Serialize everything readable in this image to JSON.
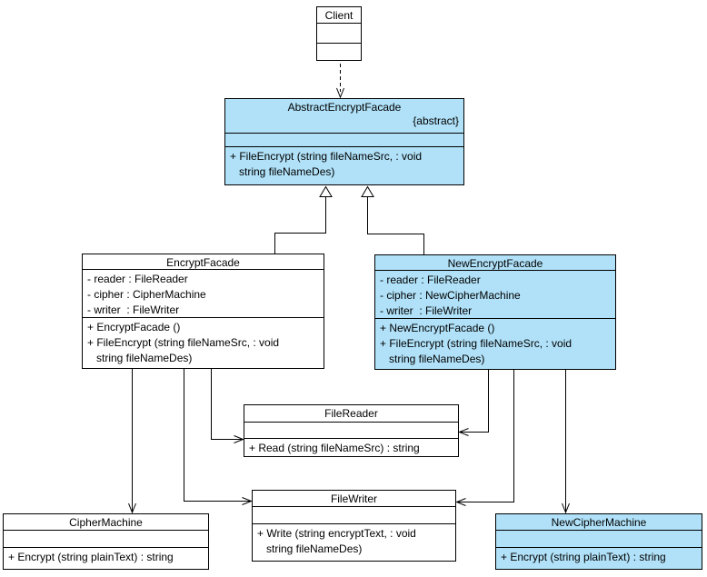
{
  "colors": {
    "highlight_fill": "#b0e1f8",
    "default_fill": "#ffffff",
    "line": "#000000"
  },
  "classes": {
    "client": {
      "name": "Client",
      "attributes": [],
      "methods": []
    },
    "abstractEncryptFacade": {
      "name": "AbstractEncryptFacade",
      "stereotype": "{abstract}",
      "attributes": [],
      "methods": [
        "+ FileEncrypt (string fileNameSrc, : void",
        "   string fileNameDes)"
      ]
    },
    "encryptFacade": {
      "name": "EncryptFacade",
      "attributes": [
        "- reader : FileReader",
        "- cipher : CipherMachine",
        "- writer  : FileWriter"
      ],
      "methods": [
        "+ EncryptFacade ()",
        "+ FileEncrypt (string fileNameSrc, : void",
        "   string fileNameDes)"
      ]
    },
    "newEncryptFacade": {
      "name": "NewEncryptFacade",
      "attributes": [
        "- reader : FileReader",
        "- cipher : NewCipherMachine",
        "- writer  : FileWriter"
      ],
      "methods": [
        "+ NewEncryptFacade ()",
        "+ FileEncrypt (string fileNameSrc, : void",
        "   string fileNameDes)"
      ]
    },
    "fileReader": {
      "name": "FileReader",
      "attributes": [],
      "methods": [
        "+ Read (string fileNameSrc) : string"
      ]
    },
    "fileWriter": {
      "name": "FileWriter",
      "attributes": [],
      "methods": [
        "+ Write (string encryptText, : void",
        "   string fileNameDes)"
      ]
    },
    "cipherMachine": {
      "name": "CipherMachine",
      "attributes": [],
      "methods": [
        "+ Encrypt (string plainText) : string"
      ]
    },
    "newCipherMachine": {
      "name": "NewCipherMachine",
      "attributes": [],
      "methods": [
        "+ Encrypt (string plainText) : string"
      ]
    }
  },
  "edges": [
    {
      "type": "dependency",
      "from": "Client",
      "to": "AbstractEncryptFacade"
    },
    {
      "type": "generalization",
      "from": "EncryptFacade",
      "to": "AbstractEncryptFacade"
    },
    {
      "type": "generalization",
      "from": "NewEncryptFacade",
      "to": "AbstractEncryptFacade"
    },
    {
      "type": "association",
      "from": "EncryptFacade",
      "to": "FileReader"
    },
    {
      "type": "association",
      "from": "EncryptFacade",
      "to": "FileWriter"
    },
    {
      "type": "association",
      "from": "EncryptFacade",
      "to": "CipherMachine"
    },
    {
      "type": "association",
      "from": "NewEncryptFacade",
      "to": "FileReader"
    },
    {
      "type": "association",
      "from": "NewEncryptFacade",
      "to": "FileWriter"
    },
    {
      "type": "association",
      "from": "NewEncryptFacade",
      "to": "NewCipherMachine"
    }
  ]
}
